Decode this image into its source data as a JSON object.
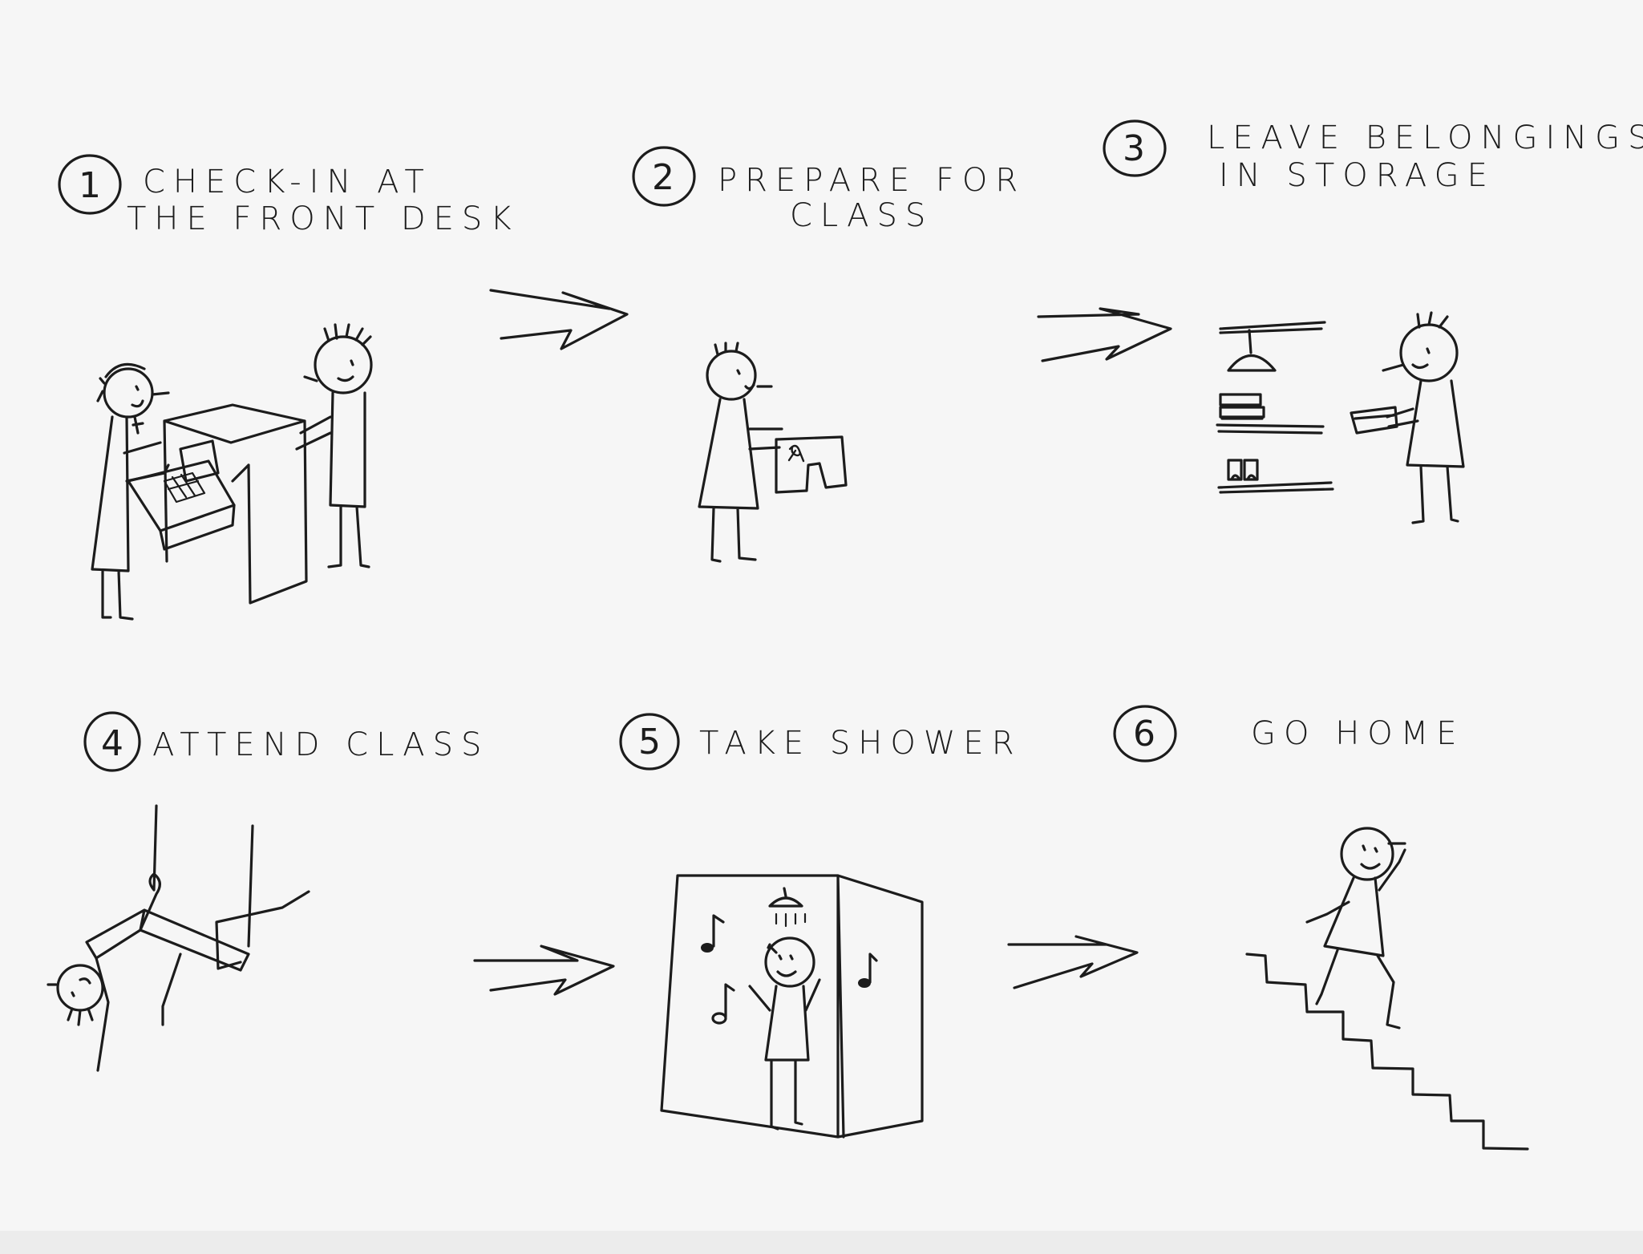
{
  "steps": [
    {
      "number": "1",
      "lines": [
        "CHECK-IN  AT",
        "THE  FRONT  DESK"
      ]
    },
    {
      "number": "2",
      "lines": [
        "PREPARE  FOR",
        "CLASS"
      ]
    },
    {
      "number": "3",
      "lines": [
        "LEAVE  BELONGINGS",
        "IN  STORAGE"
      ]
    },
    {
      "number": "4",
      "lines": [
        "ATTEND  CLASS"
      ]
    },
    {
      "number": "5",
      "lines": [
        "TAKE  SHOWER"
      ]
    },
    {
      "number": "6",
      "lines": [
        "GO  HOME"
      ]
    }
  ],
  "ink_color": "#1c1c1c",
  "paper_color": "#f6f6f6"
}
